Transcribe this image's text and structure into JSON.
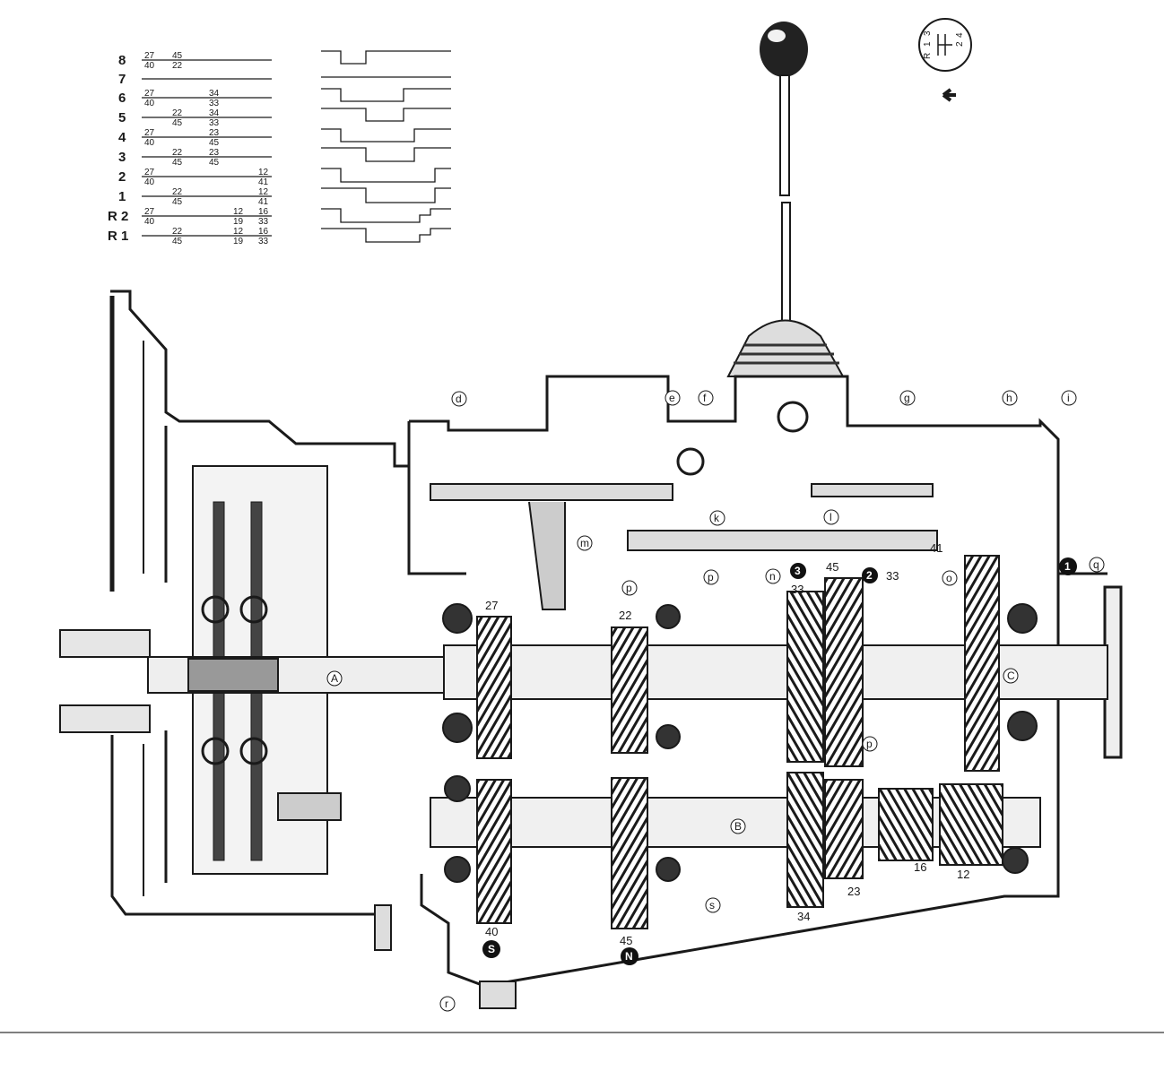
{
  "gear_table": {
    "rows": [
      {
        "gear": "8",
        "t1": "27",
        "b1": "40",
        "t2": "45",
        "b2": "22",
        "t3": "",
        "b3": "",
        "t4": "",
        "b4": "",
        "t5": "",
        "b5": ""
      },
      {
        "gear": "7",
        "t1": "",
        "b1": "",
        "t2": "",
        "b2": "",
        "t3": "",
        "b3": "",
        "t4": "",
        "b4": "",
        "t5": "",
        "b5": ""
      },
      {
        "gear": "6",
        "t1": "27",
        "b1": "40",
        "t2": "",
        "b2": "",
        "t3": "34",
        "b3": "33",
        "t4": "",
        "b4": "",
        "t5": "",
        "b5": ""
      },
      {
        "gear": "5",
        "t1": "",
        "b1": "",
        "t2": "22",
        "b2": "45",
        "t3": "34",
        "b3": "33",
        "t4": "",
        "b4": "",
        "t5": "",
        "b5": ""
      },
      {
        "gear": "4",
        "t1": "27",
        "b1": "40",
        "t2": "",
        "b2": "",
        "t3": "23",
        "b3": "45",
        "t4": "",
        "b4": "",
        "t5": "",
        "b5": ""
      },
      {
        "gear": "3",
        "t1": "",
        "b1": "",
        "t2": "22",
        "b2": "45",
        "t3": "23",
        "b3": "45",
        "t4": "",
        "b4": "",
        "t5": "",
        "b5": ""
      },
      {
        "gear": "2",
        "t1": "27",
        "b1": "40",
        "t2": "",
        "b2": "",
        "t3": "",
        "b3": "",
        "t4": "",
        "b4": "",
        "t5": "12",
        "b5": "41"
      },
      {
        "gear": "1",
        "t1": "",
        "b1": "",
        "t2": "22",
        "b2": "45",
        "t3": "",
        "b3": "",
        "t4": "",
        "b4": "",
        "t5": "12",
        "b5": "41"
      },
      {
        "gear": "R 2",
        "t1": "27",
        "b1": "40",
        "t2": "",
        "b2": "",
        "t3": "",
        "b3": "",
        "t4": "12",
        "b4": "19",
        "t5": "16",
        "b5": "33"
      },
      {
        "gear": "R 1",
        "t1": "",
        "b1": "",
        "t2": "22",
        "b2": "45",
        "t3": "",
        "b3": "",
        "t4": "12",
        "b4": "19",
        "t5": "16",
        "b5": "33"
      }
    ]
  },
  "shift_pattern": {
    "r": "R",
    "one": "1",
    "three": "3",
    "two": "2",
    "four": "4"
  },
  "letters": {
    "d": "d",
    "e": "e",
    "f": "f",
    "g": "g",
    "h": "h",
    "i": "i",
    "k": "k",
    "l": "l",
    "m": "m",
    "n": "n",
    "o": "o",
    "p1": "p",
    "p2": "p",
    "q": "q",
    "r": "r",
    "s": "s",
    "p3": "p",
    "A": "A",
    "B": "B",
    "C": "C"
  },
  "teeth": {
    "g27": "27",
    "g22": "22",
    "g33": "33",
    "g45top": "45",
    "g33b": "33",
    "g41": "41",
    "g40": "40",
    "g45bot": "45",
    "g34": "34",
    "g23": "23",
    "g16": "16",
    "g12": "12"
  },
  "badges": {
    "b1": "1",
    "b2": "2",
    "b3": "3",
    "bS": "S",
    "bN": "N"
  }
}
